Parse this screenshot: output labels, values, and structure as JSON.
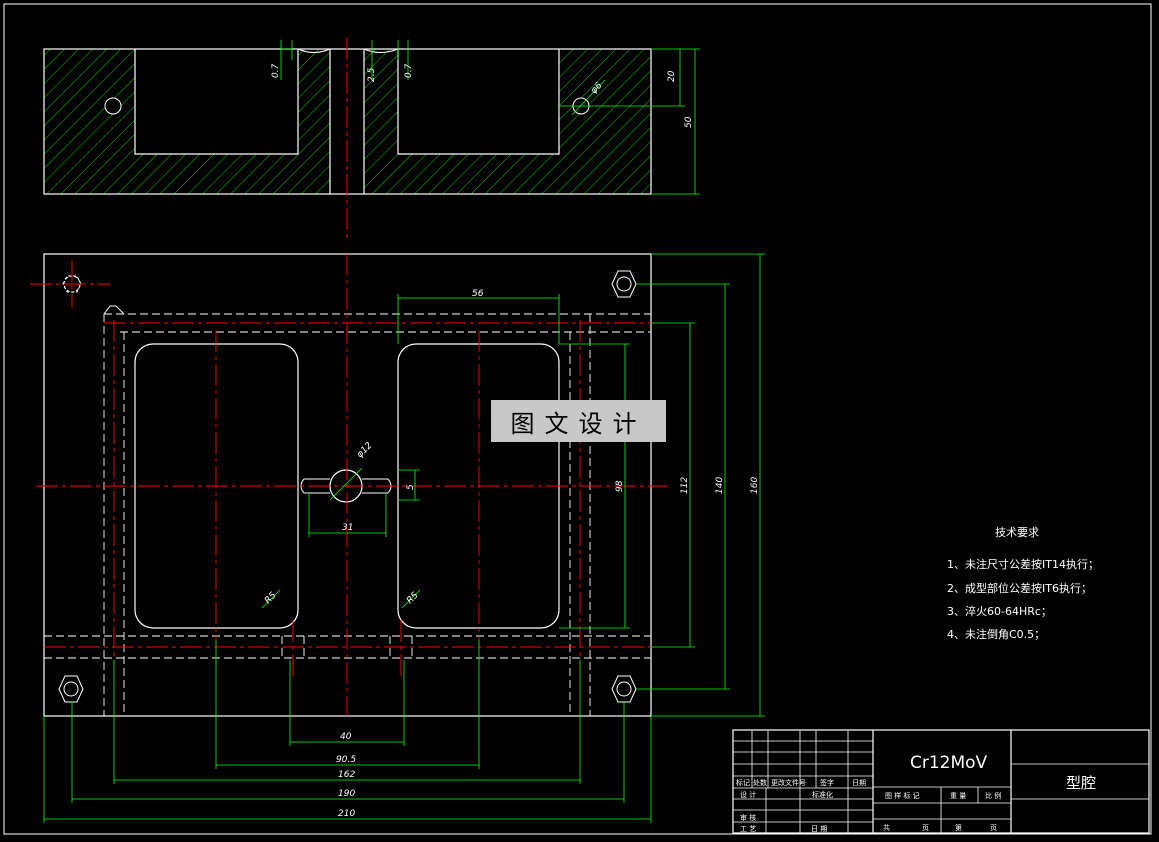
{
  "dimensions": {
    "d0_7a": "0.7",
    "d0_7b": "0.7",
    "d2_5": "2.5",
    "d20": "20",
    "d50": "50",
    "phi6": "φ6",
    "phi12": "φ12",
    "d56": "56",
    "d5": "5",
    "d31": "31",
    "d98": "98",
    "d112": "112",
    "d140": "140",
    "d160": "160",
    "r5a": "R5",
    "r5b": "R5",
    "d40": "40",
    "d90_5": "90.5",
    "d162": "162",
    "d190": "190",
    "d210": "210"
  },
  "watermark": "图文设计",
  "notes": {
    "title": "技术要求",
    "items": [
      "1、未注尺寸公差按IT14执行；",
      "2、成型部位公差按IT6执行；",
      "3、淬火60-64HRc；",
      "4、未注倒角C0.5；"
    ]
  },
  "title_block": {
    "material": "Cr12MoV",
    "part_name": "型腔",
    "rev_headers": [
      "标记",
      "处数",
      "更改文件号",
      "签字",
      "日期"
    ],
    "design": "设 计",
    "standardize": "标准化",
    "review": "审 核",
    "process": "工 艺",
    "date": "日 期",
    "stage_mark": "图 样 标 记",
    "weight": "重 量",
    "scale": "比 例",
    "total": "共",
    "sheets": "页",
    "sheet_no": "第",
    "page": "页"
  },
  "colors": {
    "outline": "#ffffff",
    "dimension": "#00ff00",
    "centerline": "#ff0000",
    "hidden": "#ffffff",
    "hatch": "#00c800"
  }
}
